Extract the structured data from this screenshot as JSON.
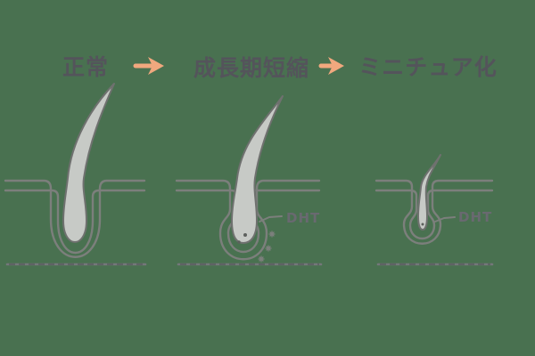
{
  "title": "hair-follicle-miniaturization-diagram",
  "palette": {
    "background": "#497150",
    "line_gray": "#7c7f7c",
    "label_gray": "#54545b",
    "dht_gray": "#696970",
    "hair_fill": "#c7cac6",
    "hair_stroke": "#6f716f",
    "arrow_orange": "#f0a87e"
  },
  "stages": [
    {
      "label": "正常",
      "dht_label": ""
    },
    {
      "label": "成長期短縮",
      "dht_label": "DHT"
    },
    {
      "label": "ミニチュア化",
      "dht_label": "DHT"
    }
  ],
  "arrows": {
    "glyph": "→",
    "count": 2,
    "color": "#f0a87e"
  }
}
